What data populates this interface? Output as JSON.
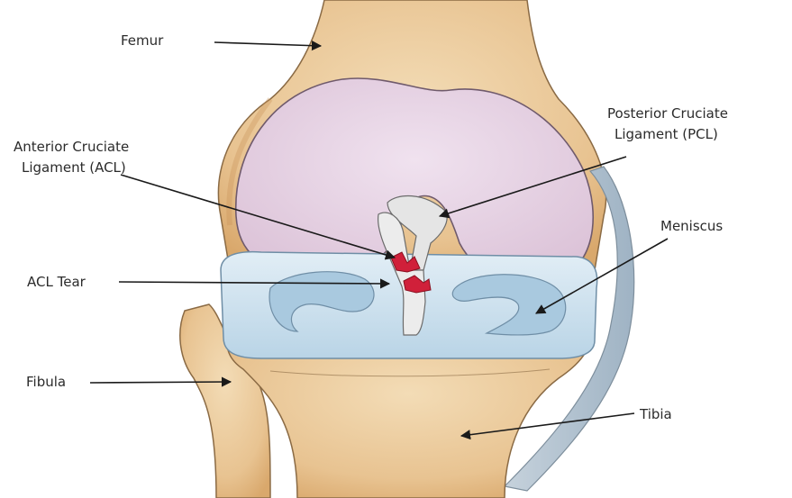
{
  "labels": {
    "femur": "Femur",
    "pcl_line1": "Posterior Cruciate",
    "pcl_line2": "Ligament (PCL)",
    "acl_line1": "Anterior Cruciate",
    "acl_line2": "Ligament (ACL)",
    "meniscus": "Meniscus",
    "acl_tear": "ACL Tear",
    "fibula": "Fibula",
    "tibia": "Tibia"
  },
  "colors": {
    "bone": "#ebc99a",
    "bone_shadow": "#d8a870",
    "bone_outline": "#8a6a44",
    "cartilage": "#e7d3e3",
    "cartilage_outline": "#6f5a6c",
    "meniscus": "#cfe3ef",
    "meniscus_dark": "#a9c9df",
    "ligament": "#e9e9e9",
    "tear": "#d0203a",
    "label_text": "#2b2b2b"
  }
}
